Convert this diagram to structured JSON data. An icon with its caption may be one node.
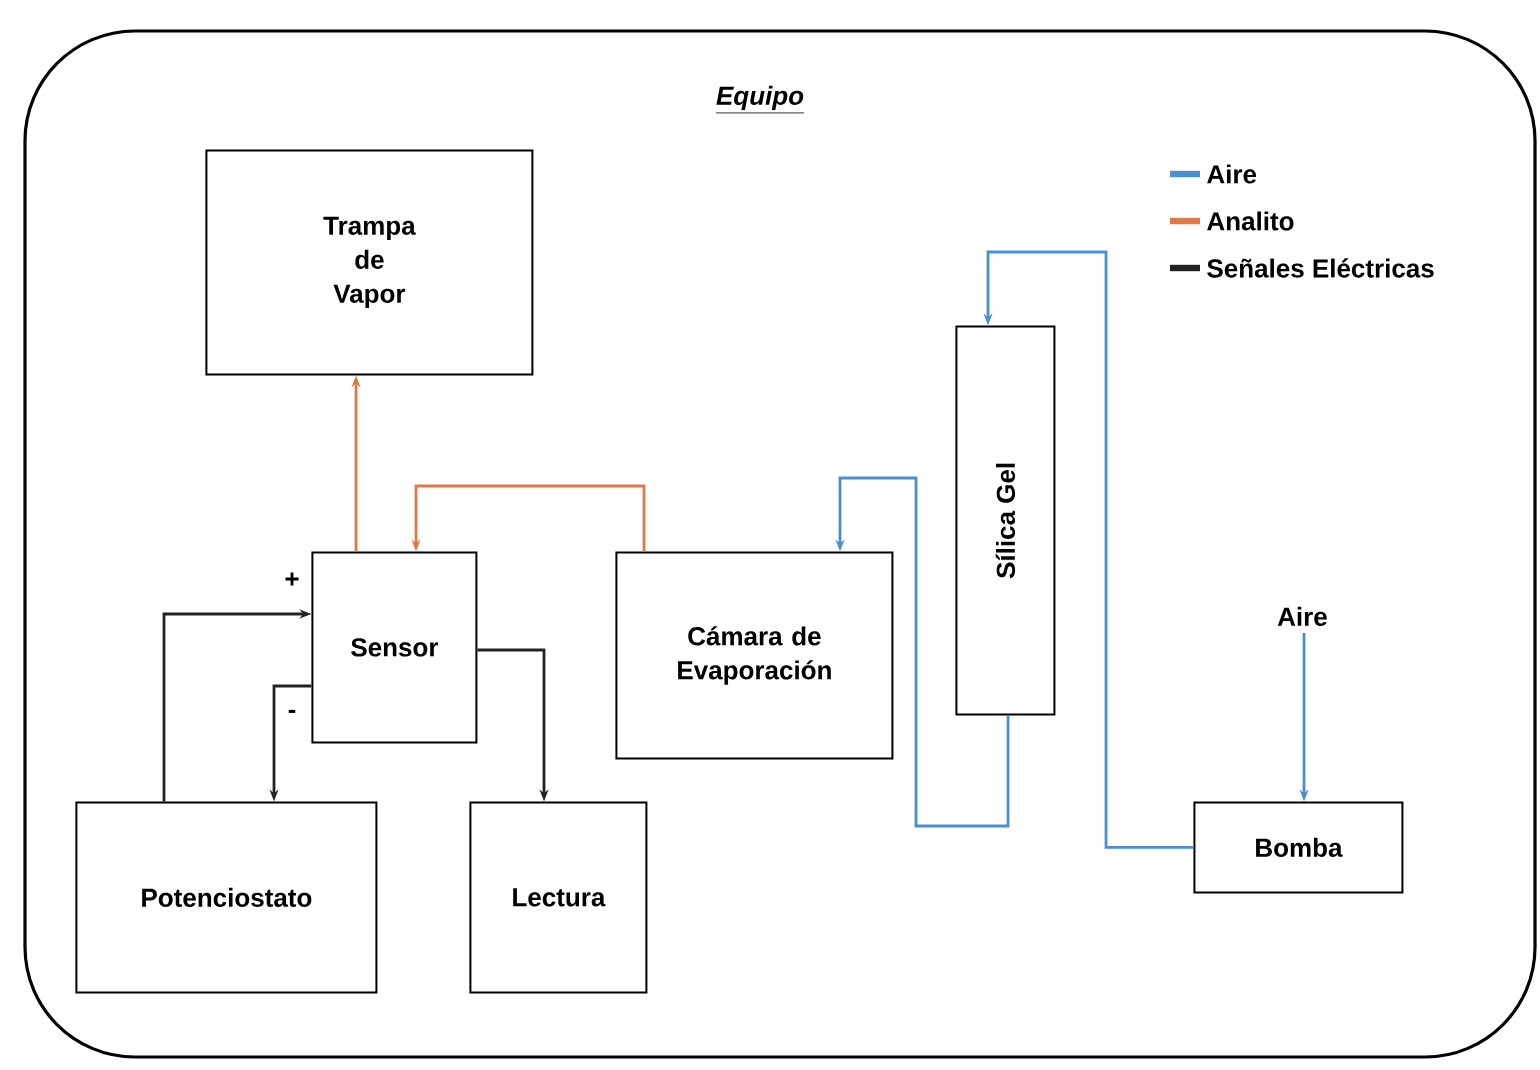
{
  "diagram": {
    "nodes": [
      {
        "text": [
          "Equipo"
        ]
      },
      {
        "text": [
          "Trampa de Vapor"
        ],
        "in": 0
      },
      {
        "text": [
          "Sensor"
        ],
        "in": 0
      },
      {
        "text": [
          "Cámara de Evaporación"
        ],
        "in": 0
      },
      {
        "text": [
          "Sílica Gel"
        ],
        "in": 0
      },
      {
        "text": [
          "Potenciostato"
        ],
        "in": 0
      },
      {
        "text": [
          "Lectura"
        ],
        "in": 0
      },
      {
        "text": [
          "Bomba"
        ],
        "in": 0
      },
      {
        "text": [
          "Aire"
        ],
        "in": 0
      }
    ],
    "edges": [
      {
        "from": 2,
        "to": 1,
        "arrow": "to",
        "color": "#e07848"
      },
      {
        "from": 3,
        "to": 2,
        "arrow": "to",
        "color": "#e07848"
      },
      {
        "from": 4,
        "to": 3,
        "arrow": "to",
        "color": "#4a8fd0"
      },
      {
        "from": 7,
        "to": 4,
        "arrow": "to",
        "color": "#4a8fd0"
      },
      {
        "from": 8,
        "to": 7,
        "arrow": "to",
        "color": "#4a8fd0"
      },
      {
        "from": 5,
        "to": 2,
        "arrow": "to",
        "label": "+",
        "color": "#222222"
      },
      {
        "from": 2,
        "to": 5,
        "arrow": "to",
        "label": "-",
        "color": "#222222"
      },
      {
        "from": 2,
        "to": 6,
        "arrow": "to",
        "color": "#222222"
      }
    ],
    "legend": [
      {
        "text": "Aire",
        "color": "#4a8fd0"
      },
      {
        "text": "Analito",
        "color": "#e07848"
      },
      {
        "text": "Señales Eléctricas",
        "color": "#222222"
      }
    ]
  }
}
